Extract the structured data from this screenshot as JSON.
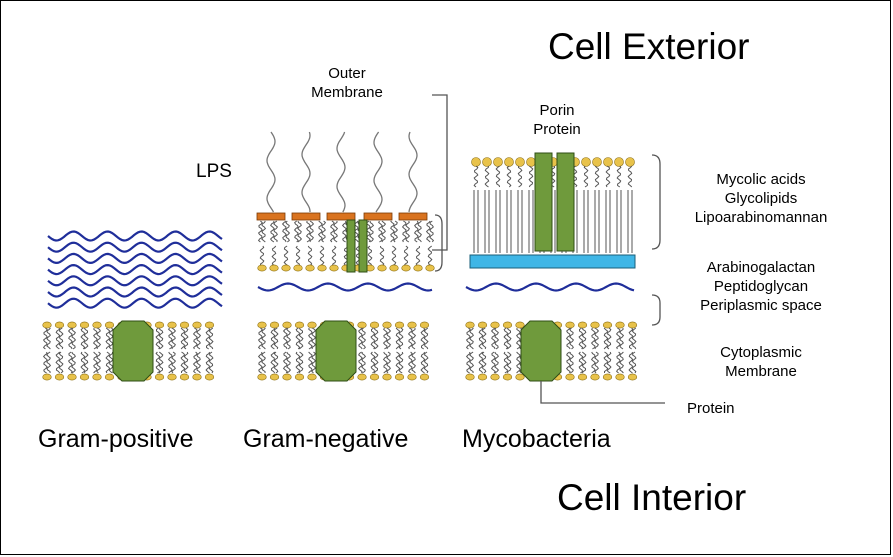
{
  "headings": {
    "exterior": "Cell Exterior",
    "interior": "Cell Interior"
  },
  "columns": {
    "gram_positive": "Gram-positive",
    "gram_negative": "Gram-negative",
    "mycobacteria": "Mycobacteria"
  },
  "labels": {
    "outer_membrane": [
      "Outer",
      "Membrane"
    ],
    "lps": "LPS",
    "porin_protein": [
      "Porin",
      "Protein"
    ],
    "mycolic_group": [
      "Mycolic acids",
      "Glycolipids",
      "Lipoarabinomannan"
    ],
    "arabinogalactan_group": [
      "Arabinogalactan",
      "Peptidoglycan",
      "Periplasmic space"
    ],
    "cytoplasmic_membrane": [
      "Cytoplasmic",
      "Membrane"
    ],
    "protein": "Protein"
  },
  "colors": {
    "lipid_head": "#e8c24a",
    "protein": "#6f9a3c",
    "peptidoglycan": "#1f2e9a",
    "lps_head": "#d9731f",
    "arabinogalactan": "#3fb6e6",
    "tail": "#555555",
    "bracket": "#555555"
  }
}
